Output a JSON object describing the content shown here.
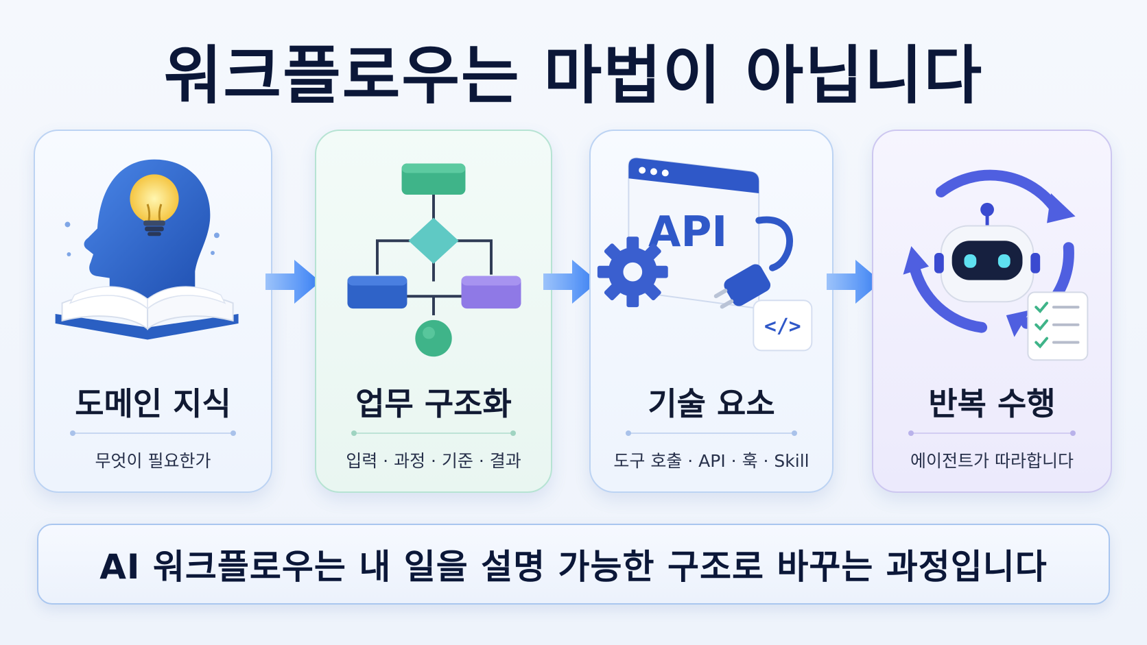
{
  "title": "워크플로우는 마법이 아닙니다",
  "cards": [
    {
      "title": "도메인 지식",
      "subtitle": "무엇이 필요한가",
      "icon": "head-lightbulb-book-icon",
      "accent": "#2f63c8"
    },
    {
      "title": "업무 구조화",
      "subtitle": "입력 · 과정 · 기준 · 결과",
      "icon": "flowchart-icon",
      "accent": "#3fb489"
    },
    {
      "title": "기술 요소",
      "subtitle": "도구 호출 · API · 훅 · Skill",
      "icon": "api-plug-gear-icon",
      "accent": "#3458c4",
      "api_label": "API"
    },
    {
      "title": "반복 수행",
      "subtitle": "에이전트가 따라합니다",
      "icon": "robot-cycle-checklist-icon",
      "accent": "#5a5fe0"
    }
  ],
  "summary": "AI 워크플로우는 내 일을 설명 가능한 구조로 바꾸는 과정입니다",
  "colors": {
    "arrow": "#3b82f6",
    "title_text": "#0b1738"
  }
}
